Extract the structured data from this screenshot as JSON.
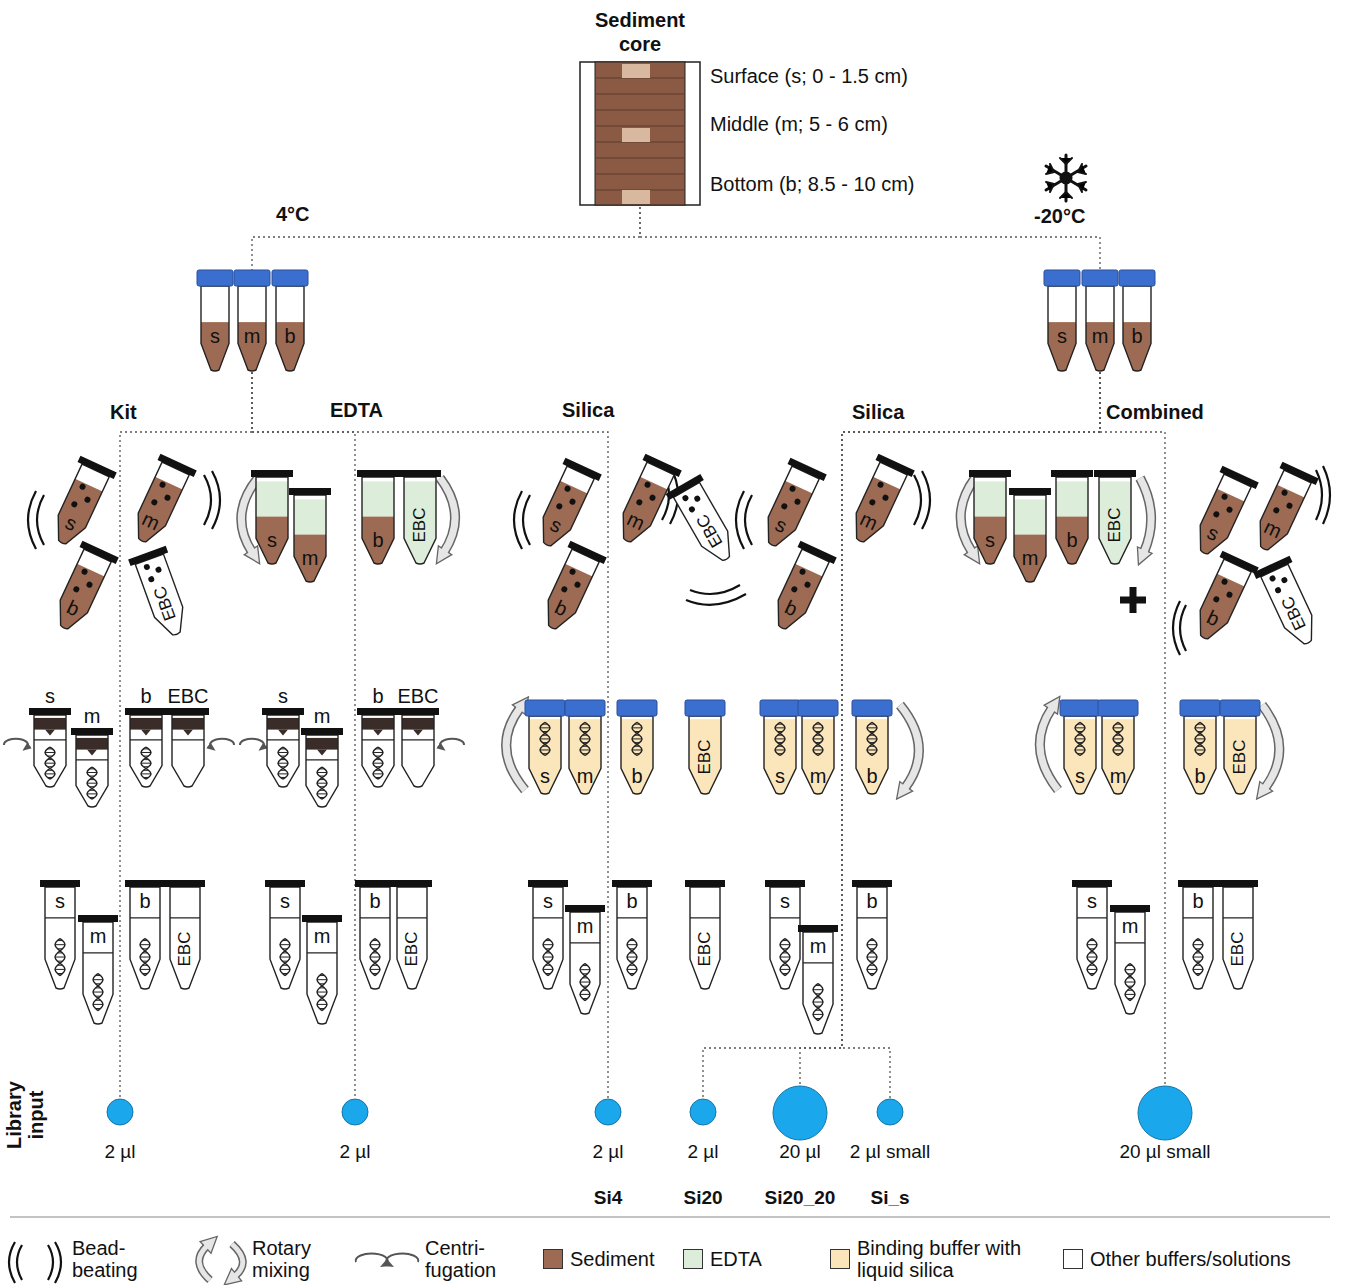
{
  "diagram": {
    "nodes": [
      {
        "text": [
          "Sediment core"
        ]
      },
      {
        "text": [
          "s"
        ]
      },
      {
        "text": [
          "m"
        ]
      },
      {
        "text": [
          "b"
        ]
      },
      {
        "text": [
          "s"
        ]
      },
      {
        "text": [
          "m"
        ]
      },
      {
        "text": [
          "b"
        ]
      },
      {
        "text": [
          "s"
        ]
      },
      {
        "text": [
          "m"
        ]
      },
      {
        "text": [
          "b"
        ]
      },
      {
        "text": [
          "EBC"
        ]
      },
      {
        "text": [
          "s"
        ]
      },
      {
        "text": [
          "m"
        ]
      },
      {
        "text": [
          "b"
        ]
      },
      {
        "text": [
          "EBC"
        ]
      },
      {
        "text": [
          "s"
        ]
      },
      {
        "text": [
          "m"
        ]
      },
      {
        "text": [
          "b"
        ]
      },
      {
        "text": [
          "EBC"
        ]
      },
      {
        "text": [
          "s"
        ]
      },
      {
        "text": [
          "m"
        ]
      },
      {
        "text": [
          "b"
        ]
      },
      {
        "text": [
          "s"
        ]
      },
      {
        "text": [
          "m"
        ]
      },
      {
        "text": [
          "b"
        ]
      },
      {
        "text": [
          "EBC"
        ]
      },
      {
        "text": [
          "s"
        ]
      },
      {
        "text": [
          "m"
        ]
      },
      {
        "text": [
          "b"
        ]
      },
      {
        "text": [
          "EBC"
        ]
      },
      {
        "text": [
          "s"
        ]
      },
      {
        "text": [
          "m"
        ]
      },
      {
        "text": [
          "b"
        ]
      },
      {
        "text": [
          "EBC"
        ]
      },
      {
        "text": [
          "s"
        ]
      },
      {
        "text": [
          "m"
        ]
      },
      {
        "text": [
          "b"
        ]
      },
      {
        "text": [
          "EBC"
        ]
      },
      {
        "text": [
          "s"
        ]
      },
      {
        "text": [
          "m"
        ]
      },
      {
        "text": [
          "b"
        ]
      },
      {
        "text": [
          "EBC"
        ]
      },
      {
        "text": [
          "s"
        ]
      },
      {
        "text": [
          "m"
        ]
      },
      {
        "text": [
          "b"
        ]
      },
      {
        "text": [
          "s"
        ]
      },
      {
        "text": [
          "m"
        ]
      },
      {
        "text": [
          "b"
        ]
      },
      {
        "text": [
          "EBC"
        ]
      },
      {
        "text": [
          "s"
        ]
      },
      {
        "text": [
          "m"
        ]
      },
      {
        "text": [
          "b"
        ]
      },
      {
        "text": [
          "EBC"
        ]
      },
      {
        "text": [
          "s"
        ]
      },
      {
        "text": [
          "m"
        ]
      },
      {
        "text": [
          "b"
        ]
      },
      {
        "text": [
          "EBC"
        ]
      },
      {
        "text": [
          "s"
        ]
      },
      {
        "text": [
          "m"
        ]
      },
      {
        "text": [
          "b"
        ]
      },
      {
        "text": [
          "EBC"
        ]
      },
      {
        "text": [
          "s"
        ]
      },
      {
        "text": [
          "m"
        ]
      },
      {
        "text": [
          "b"
        ]
      },
      {
        "text": [
          "s"
        ]
      },
      {
        "text": [
          "m"
        ]
      },
      {
        "text": [
          "b"
        ]
      },
      {
        "text": [
          "EBC"
        ]
      },
      {
        "text": [
          "2 µl"
        ]
      },
      {
        "text": [
          "2 µl"
        ]
      },
      {
        "text": [
          "2 µl",
          "Si4"
        ]
      },
      {
        "text": [
          "2 µl",
          "Si20"
        ]
      },
      {
        "text": [
          "20 µl",
          "Si20_20"
        ]
      },
      {
        "text": [
          "2 µl small",
          "Si_s"
        ]
      },
      {
        "text": [
          "20 µl small"
        ]
      }
    ],
    "edges": [
      {
        "from": 0,
        "to": 2,
        "arrow": "none"
      },
      {
        "from": 0,
        "to": 5,
        "arrow": "none"
      },
      {
        "from": 2,
        "to": 68,
        "arrow": "none"
      },
      {
        "from": 2,
        "to": 69,
        "arrow": "none"
      },
      {
        "from": 2,
        "to": 70,
        "arrow": "none"
      },
      {
        "from": 5,
        "to": 71,
        "arrow": "none"
      },
      {
        "from": 5,
        "to": 72,
        "arrow": "none"
      },
      {
        "from": 5,
        "to": 73,
        "arrow": "none"
      },
      {
        "from": 5,
        "to": 74,
        "arrow": "none"
      }
    ],
    "labels": [
      "Surface (s; 0 - 1.5 cm)",
      "Middle (m; 5 - 6 cm)",
      "Bottom (b; 8.5 - 10 cm)",
      "4°C",
      "-20°C",
      "Kit",
      "EDTA",
      "Silica",
      "Silica",
      "Combined",
      "Library input"
    ],
    "legend": [
      {
        "text": "Bead- beating"
      },
      {
        "text": "Rotary mixing"
      },
      {
        "text": "Centri- fugation"
      },
      {
        "text": "Sediment",
        "color": "#9d6b53"
      },
      {
        "text": "EDTA",
        "color": "#dcedd9"
      },
      {
        "text": "Binding buffer with liquid silica",
        "color": "#fbe6bc"
      },
      {
        "text": "Other buffers/solutions",
        "color": "#ffffff"
      }
    ]
  }
}
